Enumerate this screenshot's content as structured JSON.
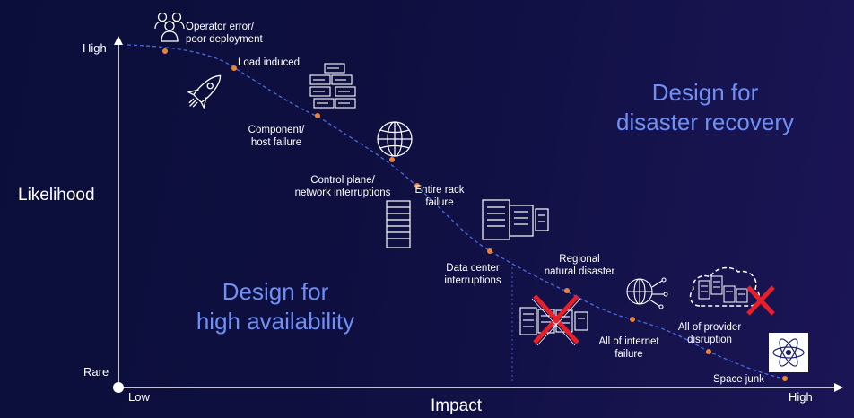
{
  "axes": {
    "y_title": "Likelihood",
    "y_high": "High",
    "y_low": "Rare",
    "x_title": "Impact",
    "x_low": "Low",
    "x_high": "High"
  },
  "zones": {
    "disaster_recovery": [
      "Design for",
      "disaster recovery"
    ],
    "high_availability": [
      "Design for",
      "high availability"
    ]
  },
  "events": {
    "operator_error": [
      "Operator error/",
      "poor deployment"
    ],
    "load_induced": [
      "Load induced"
    ],
    "component_failure": [
      "Component/",
      "host failure"
    ],
    "control_plane": [
      "Control plane/",
      "network interruptions"
    ],
    "entire_rack": [
      "Entire rack",
      "failure"
    ],
    "data_center": [
      "Data center",
      "interruptions"
    ],
    "regional_disaster": [
      "Regional",
      "natural disaster"
    ],
    "internet_failure": [
      "All of internet",
      "failure"
    ],
    "provider_disruption": [
      "All of provider",
      "disruption"
    ],
    "space_junk": [
      "Space junk"
    ]
  },
  "colors": {
    "curve": "#4a6ae0",
    "dot": "#e8843a",
    "zone_text": "#6f8ff5",
    "cross": "#e5202b"
  },
  "icons": [
    "people-icon",
    "rocket-icon",
    "server-stack-icon",
    "globe-icon",
    "rack-icon",
    "datacenter-icon",
    "network-globe-icon",
    "cloud-datacenter-icon",
    "satellite-icon"
  ]
}
